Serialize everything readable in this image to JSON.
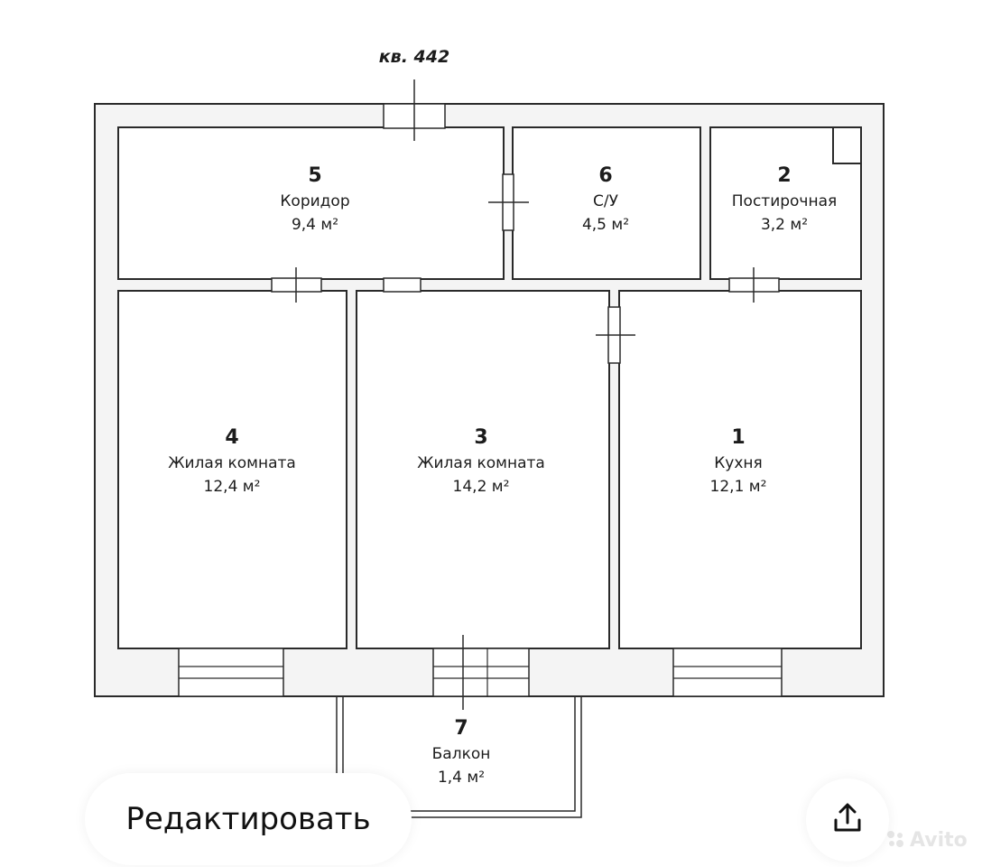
{
  "apartment": {
    "label": "кв. 442"
  },
  "rooms": [
    {
      "number": "5",
      "name": "Коридор",
      "area": "9,4 м²"
    },
    {
      "number": "6",
      "name": "С/У",
      "area": "4,5 м²"
    },
    {
      "number": "2",
      "name": "Постирочная",
      "area": "3,2 м²"
    },
    {
      "number": "4",
      "name": "Жилая комната",
      "area": "12,4 м²"
    },
    {
      "number": "3",
      "name": "Жилая комната",
      "area": "14,2 м²"
    },
    {
      "number": "1",
      "name": "Кухня",
      "area": "12,1 м²"
    },
    {
      "number": "7",
      "name": "Балкон",
      "area": "1,4 м²"
    }
  ],
  "actions": {
    "edit_label": "Редактировать",
    "share_icon": "share-icon"
  },
  "watermark": {
    "text": "Avito",
    "icon": "avito-logo-icon"
  },
  "colors": {
    "wall_fill": "#f4f4f4",
    "wall_stroke": "#2a2a2a",
    "room_fill": "#ffffff",
    "text": "#1c1c1c"
  }
}
